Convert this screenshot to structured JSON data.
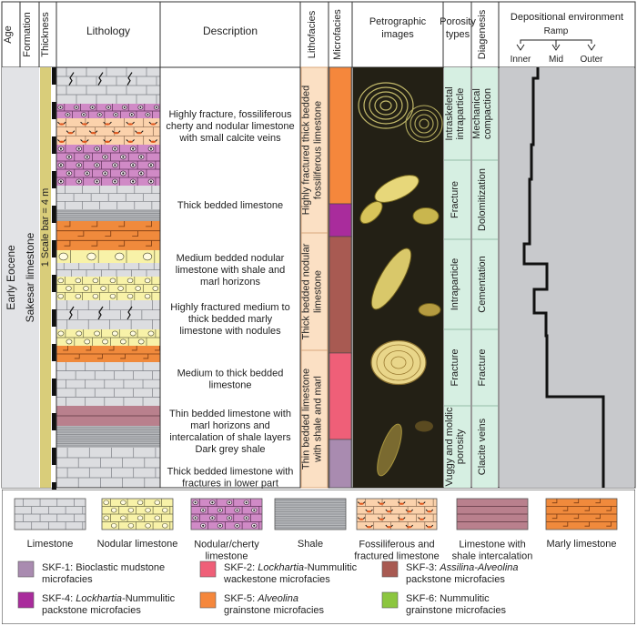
{
  "headers": {
    "age": "Age",
    "formation": "Formation",
    "thickness": "Thickness",
    "lithology": "Lithology",
    "description": "Description",
    "lithofacies": "Lithofacies",
    "microfacies": "Microfacies",
    "petrographic": [
      "Petrographic",
      "images"
    ],
    "porosity": [
      "Porosity",
      "types"
    ],
    "diagenesis": "Diagenesis",
    "environment": "Depositional environment",
    "ramp": "Ramp",
    "inner": "Inner",
    "mid": "Mid",
    "outer": "Outer"
  },
  "age": "Early Eocene",
  "formation": "Sakesar limestone",
  "scale_bar": "1 Scale bar = 4 m",
  "descriptions": [
    [
      "Highly fracture, fossiliferous",
      "cherty and nodular limestone",
      "with small calcite veins"
    ],
    [
      "Thick bedded limestone"
    ],
    [
      "Medium bedded nodular",
      "limestone with shale and",
      "marl horizons"
    ],
    [
      "Highly fractured medium to",
      "thick bedded marly",
      "limestone with nodules"
    ],
    [
      "Medium to thick bedded",
      "limestone"
    ],
    [
      "Thin bedded limestone with",
      "marl horizons and",
      "intercalation of shale layers"
    ],
    [
      "Dark grey shale"
    ],
    [
      "Thick bedded limestone with",
      "fractures in lower part"
    ]
  ],
  "lithofacies": [
    [
      "Highly fractured thick bedded",
      "fossiliferous limestone"
    ],
    [
      "Thick bedded nodular",
      "limestone"
    ],
    [
      "Thin bedded limestone",
      "with shale and marl"
    ]
  ],
  "porosity": [
    [
      "Intraskeletal",
      "intraparticle"
    ],
    [
      "Fracture"
    ],
    [
      "Intraparticle"
    ],
    [
      "Fracture"
    ],
    [
      "Vuggy and moldic",
      "porosity"
    ]
  ],
  "diagenesis": [
    [
      "Mechanical",
      "compaction"
    ],
    [
      "Dolomitization"
    ],
    [
      "Cementation"
    ],
    [
      "Fracture"
    ],
    [
      "Clacite veins"
    ]
  ],
  "lithology_legend": [
    {
      "label": [
        "Limestone"
      ],
      "pattern": "limestone"
    },
    {
      "label": [
        "Nodular limestone"
      ],
      "pattern": "nodular"
    },
    {
      "label": [
        "Nodular/cherty",
        "limestone"
      ],
      "pattern": "cherty"
    },
    {
      "label": [
        "Shale"
      ],
      "pattern": "shale"
    },
    {
      "label": [
        "Fossiliferous and",
        "fractured limestone"
      ],
      "pattern": "fossil"
    },
    {
      "label": [
        "Limestone with",
        "shale intercalation"
      ],
      "pattern": "shaleint"
    },
    {
      "label": [
        "Marly limestone"
      ],
      "pattern": "marly"
    }
  ],
  "microfacies_legend": [
    {
      "code": "SKF-1:",
      "lines": [
        [
          "Bioclastic mudstone"
        ],
        [
          "microfacies"
        ]
      ],
      "color": "#a98bb0"
    },
    {
      "code": "SKF-2:",
      "lines": [
        [
          "",
          "Lockhartia",
          "-Nummulitic"
        ],
        [
          "wackestone microfacies"
        ]
      ],
      "color": "#ef5f78"
    },
    {
      "code": "SKF-3:",
      "lines": [
        [
          "",
          "Assilina-Alveolina",
          ""
        ],
        [
          "packstone microfacies"
        ]
      ],
      "color": "#a85a52"
    },
    {
      "code": "SKF-4:",
      "lines": [
        [
          "",
          "Lockhartia",
          "-Nummulitic"
        ],
        [
          "packstone microfacies"
        ]
      ],
      "color": "#a92c9c"
    },
    {
      "code": "SKF-5:",
      "lines": [
        [
          "",
          "Alveolina",
          ""
        ],
        [
          "grainstone microfacies"
        ]
      ],
      "color": "#f5873c"
    },
    {
      "code": "SKF-6:",
      "lines": [
        [
          "Nummulitic"
        ],
        [
          "grainstone microfacies"
        ]
      ],
      "color": "#8cc63f"
    }
  ],
  "colors": {
    "limestone": "#dcdde0",
    "nodular": "#f8f2a8",
    "cherty": "#d08ac6",
    "shale": "#b5b7ba",
    "fossil": "#fbd2ac",
    "shaleint": "#b9808d",
    "marly": "#f08a3c",
    "lithofacies_fill": "#fbe0c4",
    "porosity_fill": "#d6efe2",
    "formation_fill": "#d9cd7a",
    "environment_fill": "#c8c9cc",
    "column_bg": "#e2e3e6"
  }
}
